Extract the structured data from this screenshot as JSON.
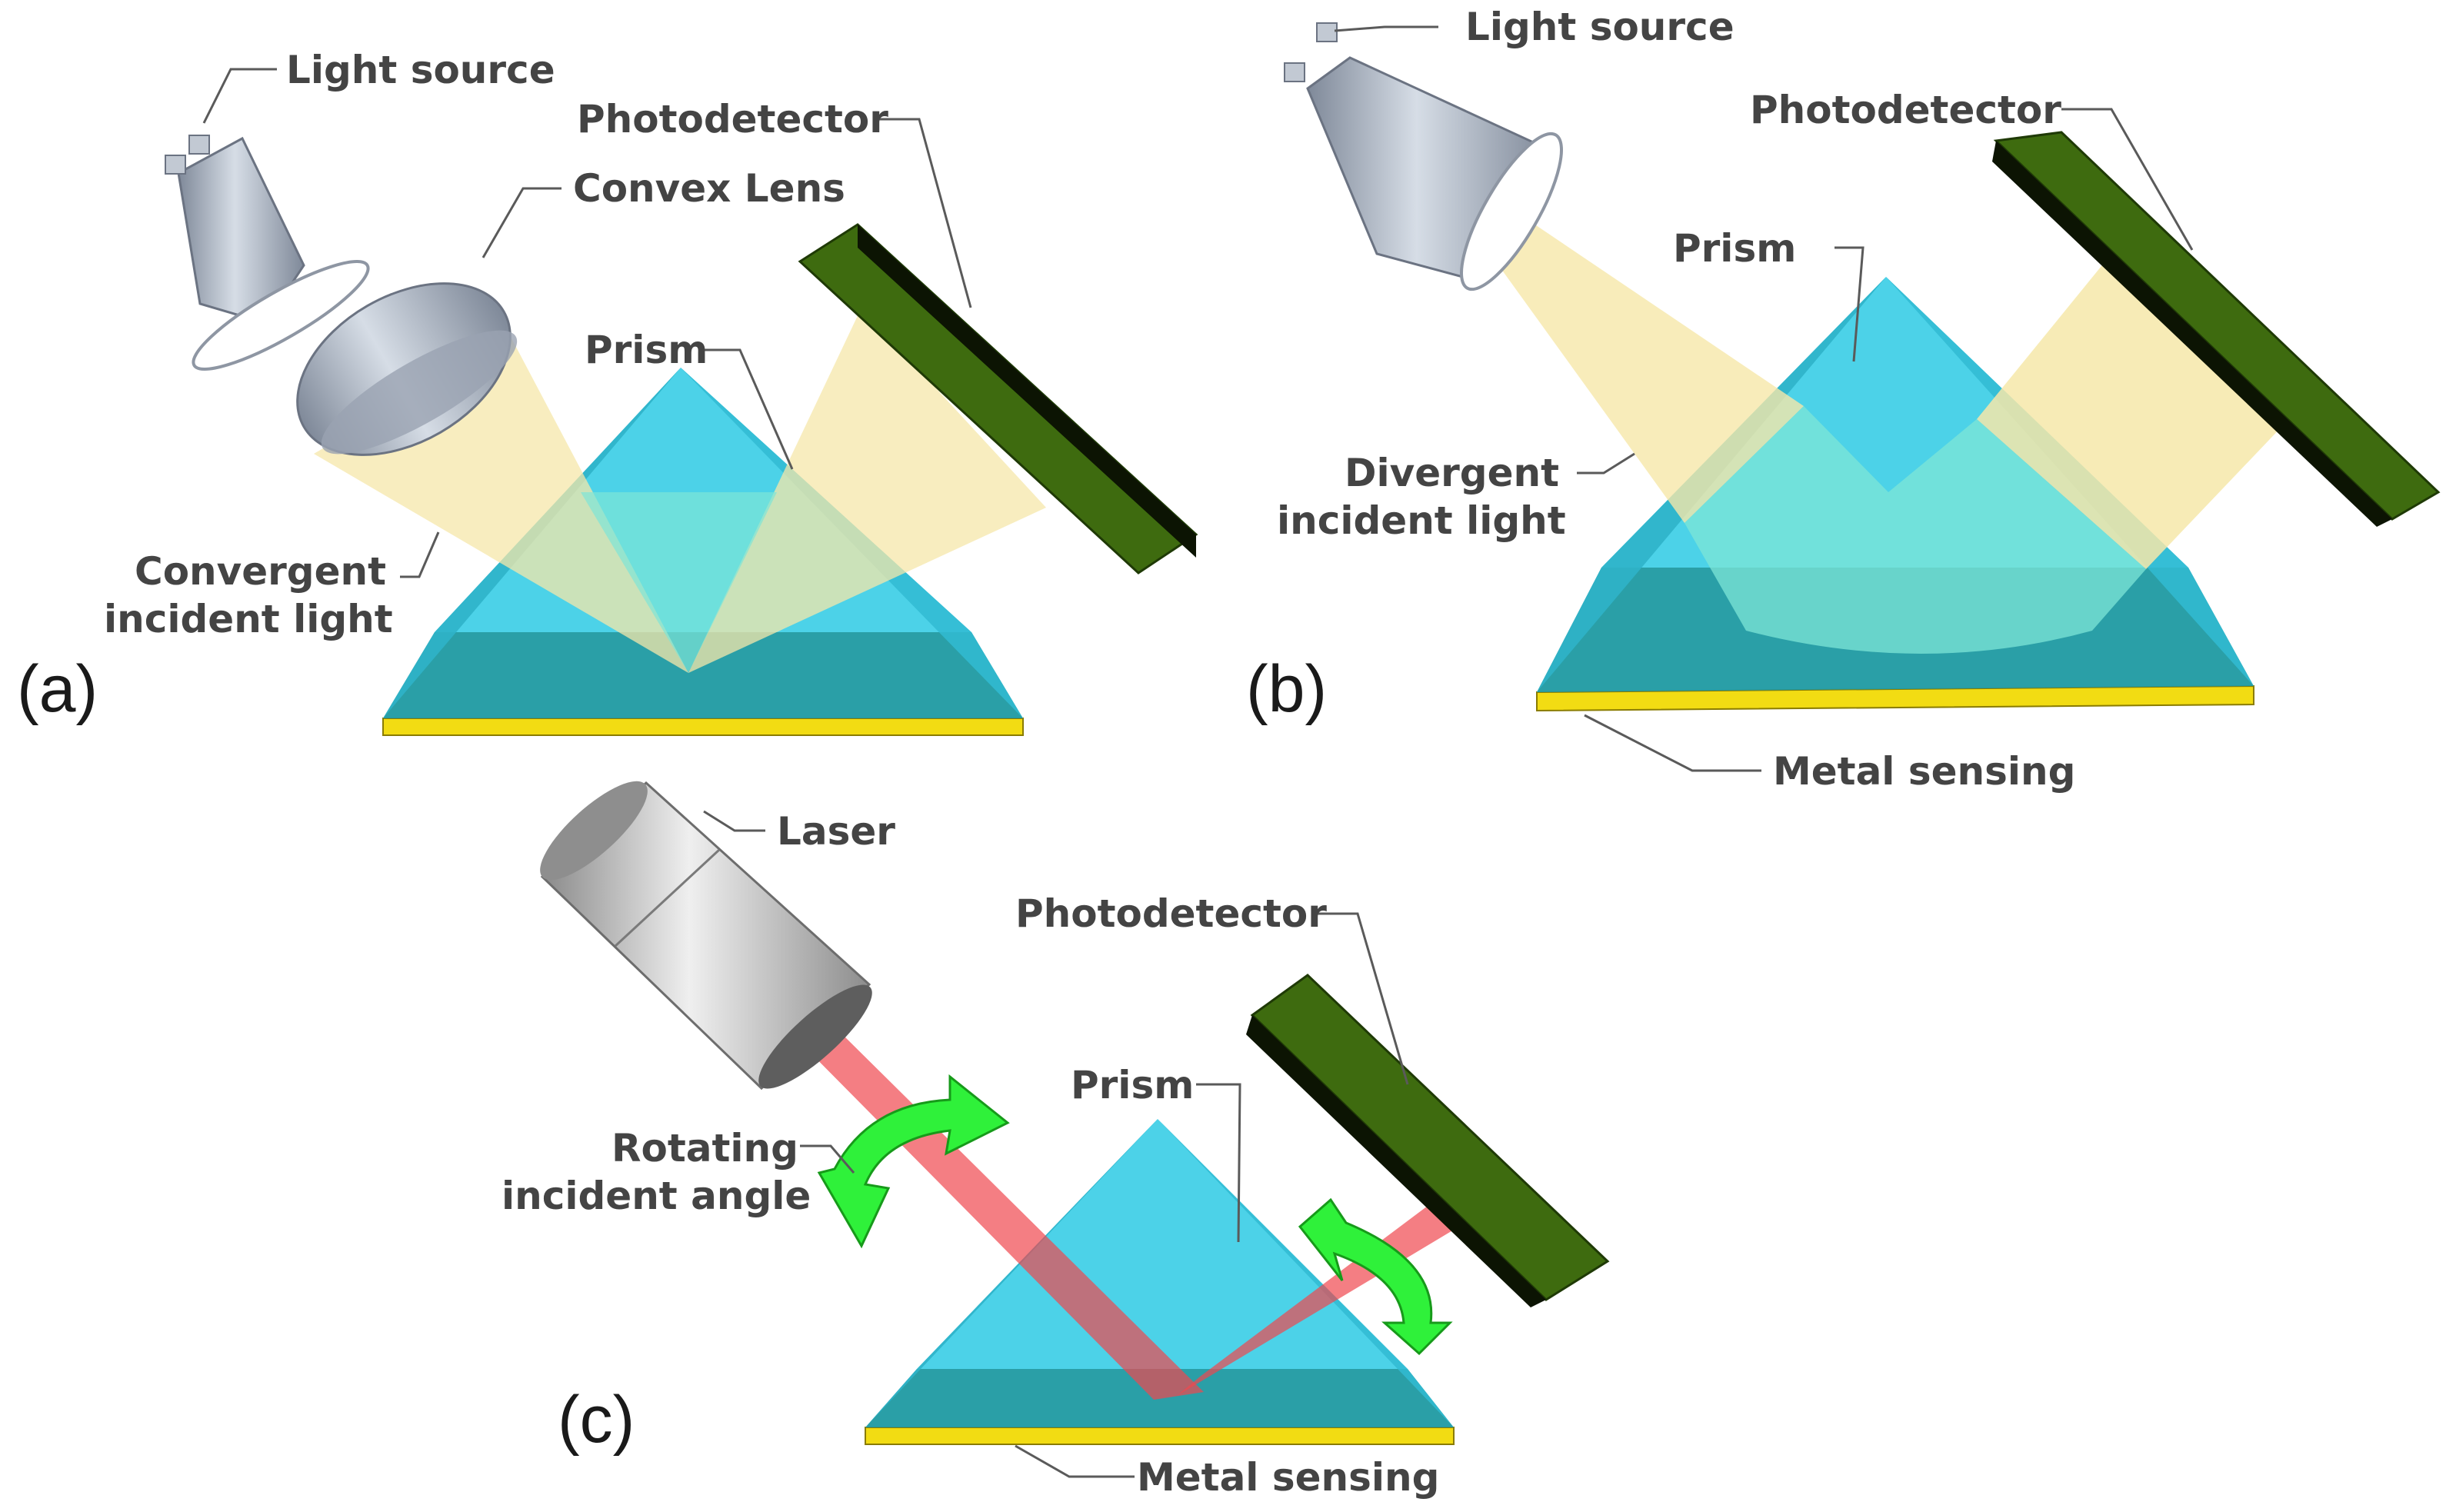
{
  "colors": {
    "prism": "#38cde6",
    "prism_dark": "#1f9aa2",
    "metal": "#f2dc13",
    "detector": "#3e6b0f",
    "light_beam": "#f6e7a9",
    "laser_beam": "#f0474f",
    "rotate_arrow": "#2ff13a",
    "lamp": "#a9b4c3"
  },
  "panel_a": {
    "tag": "(a)",
    "light_source": "Light source",
    "convex_lens": "Convex Lens",
    "photodetector": "Photodetector",
    "prism": "Prism",
    "incident_line1": "Convergent",
    "incident_line2": "incident light"
  },
  "panel_b": {
    "tag": "(b)",
    "light_source": "Light source",
    "photodetector": "Photodetector",
    "prism": "Prism",
    "incident_line1": "Divergent",
    "incident_line2": "incident light",
    "metal_sensing": "Metal sensing"
  },
  "panel_c": {
    "tag": "(c)",
    "laser": "Laser",
    "photodetector": "Photodetector",
    "prism": "Prism",
    "rotating_line1": "Rotating",
    "rotating_line2": "incident angle",
    "metal_sensing": "Metal sensing"
  }
}
